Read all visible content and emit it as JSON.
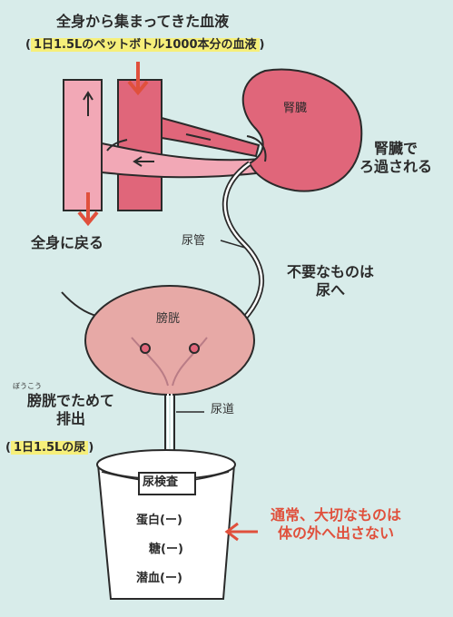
{
  "labels": {
    "inflow_title": "全身から集まってきた血液",
    "inflow_volume": "1日1.5Lのペットボトル1000本分の血液",
    "kidney": "腎臓",
    "filter_line1": "腎臓で",
    "filter_line2": "ろ過される",
    "return": "全身に戻る",
    "ureter": "尿管",
    "waste_line1": "不要なものは",
    "waste_line2": "尿へ",
    "bladder": "膀胱",
    "bladder_ruby": "ぼうこう",
    "store_line1": "膀胱でためて",
    "store_line2": "排出",
    "urine_volume": "1日1.5Lの尿",
    "urethra": "尿道",
    "test": "尿検査",
    "protein": "蛋白(ー)",
    "sugar": "糖(ー)",
    "occult_blood": "潜血(ー)",
    "normal_line1": "通常、大切なものは",
    "normal_line2": "体の外へ出さない"
  },
  "colors": {
    "background": "#d8ecea",
    "artery": "#e0667a",
    "vein": "#f2a8b6",
    "bladder": "#e7a9a6",
    "highlight": "#f6ef7a",
    "accent_red": "#e0503c"
  }
}
